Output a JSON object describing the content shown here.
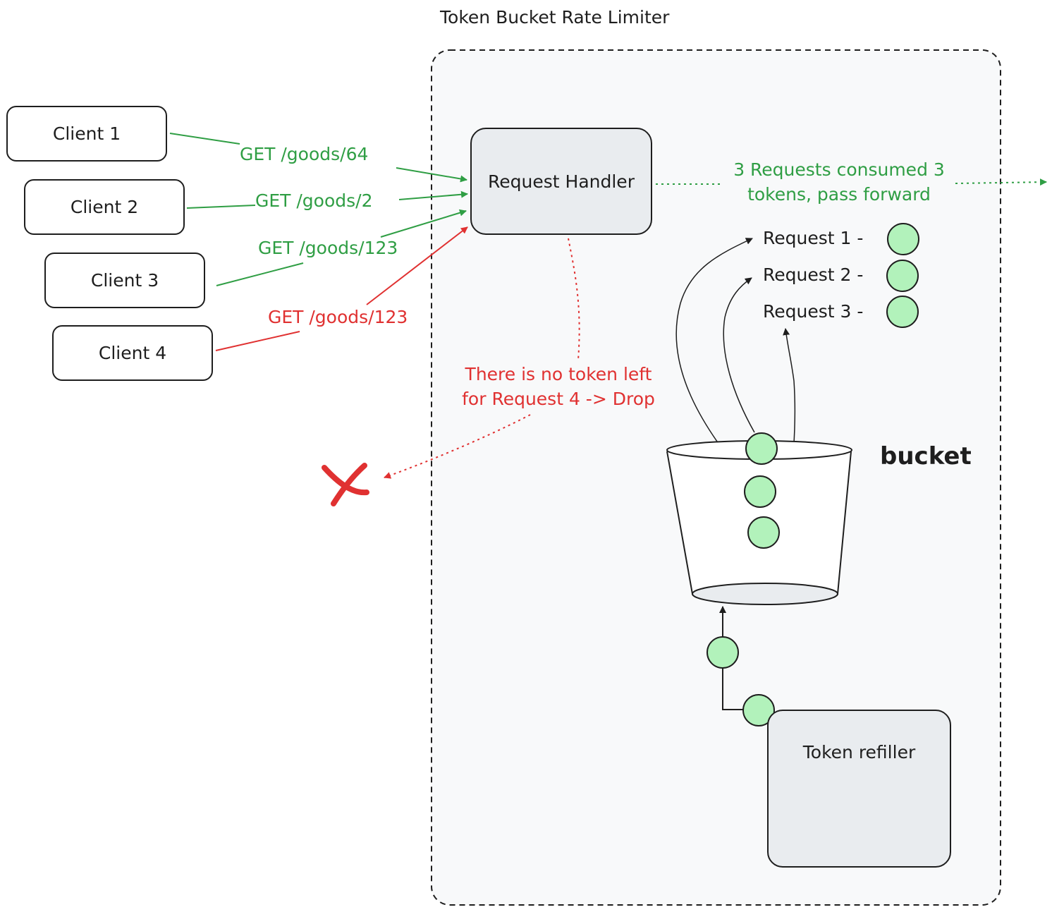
{
  "title": "Token Bucket Rate Limiter",
  "clients": [
    {
      "label": "Client 1"
    },
    {
      "label": "Client 2"
    },
    {
      "label": "Client 3"
    },
    {
      "label": "Client 4"
    }
  ],
  "requests": [
    {
      "label": "GET /goods/64",
      "status": "passed",
      "color": "#2f9e44"
    },
    {
      "label": "GET /goods/2",
      "status": "passed",
      "color": "#2f9e44"
    },
    {
      "label": "GET /goods/123",
      "status": "passed",
      "color": "#2f9e44"
    },
    {
      "label": "GET /goods/123",
      "status": "dropped",
      "color": "#e03131"
    }
  ],
  "handler": {
    "label": "Request Handler"
  },
  "forward_note": {
    "line1": "3 Requests consumed 3",
    "line2": "tokens, pass forward"
  },
  "drop_note": {
    "line1": "There is no token left",
    "line2": "for Request 4 -> Drop"
  },
  "consumed": [
    {
      "label": "Request 1 -"
    },
    {
      "label": "Request 2 -"
    },
    {
      "label": "Request 3 -"
    }
  ],
  "bucket": {
    "label": "bucket"
  },
  "refiller": {
    "label": "Token refiller"
  },
  "icons": {
    "drop": "x-mark-icon",
    "loading": "spinner-icon",
    "token": "token-circle-icon"
  },
  "colors": {
    "accept": "#2f9e44",
    "reject": "#e03131",
    "token_fill": "#b2f2bb",
    "container_bg": "#f8f9fa",
    "box_bg": "#e9ecef"
  }
}
